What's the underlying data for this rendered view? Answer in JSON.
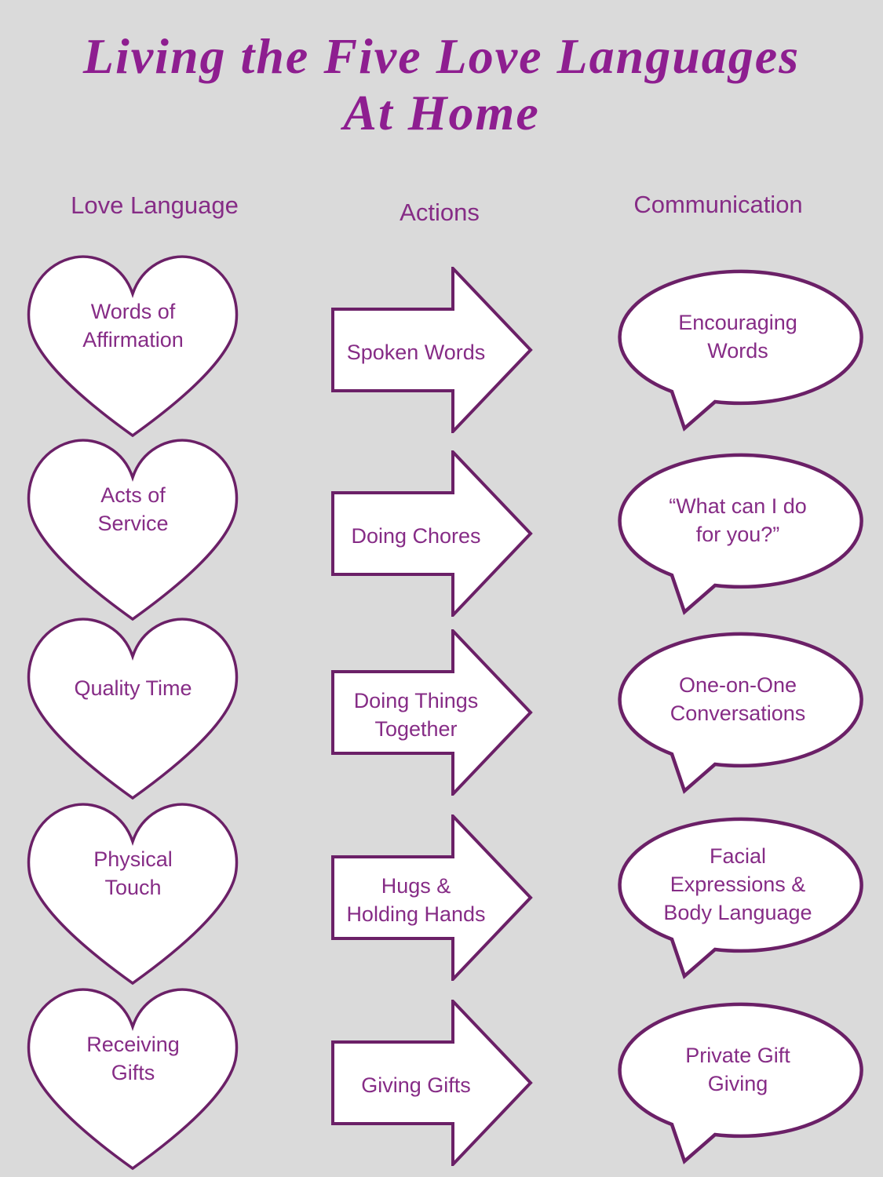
{
  "title": "Living the Five Love Languages\nAt Home",
  "colors": {
    "background": "#dadada",
    "outline": "#6b2067",
    "text": "#862c86",
    "title": "#8e1e90"
  },
  "columns": {
    "love_language": "Love Language",
    "actions": "Actions",
    "communication": "Communication"
  },
  "rows": [
    {
      "love_language": "Words of\nAffirmation",
      "action": "Spoken Words",
      "communication": "Encouraging\nWords"
    },
    {
      "love_language": "Acts of\nService",
      "action": "Doing Chores",
      "communication": "“What can I do\nfor you?”"
    },
    {
      "love_language": "Quality Time",
      "action": "Doing Things\nTogether",
      "communication": "One-on-One\nConversations"
    },
    {
      "love_language": "Physical\nTouch",
      "action": "Hugs &\nHolding Hands",
      "communication": "Facial\nExpressions &\nBody Language"
    },
    {
      "love_language": "Receiving\nGifts",
      "action": "Giving Gifts",
      "communication": "Private Gift\nGiving"
    }
  ]
}
